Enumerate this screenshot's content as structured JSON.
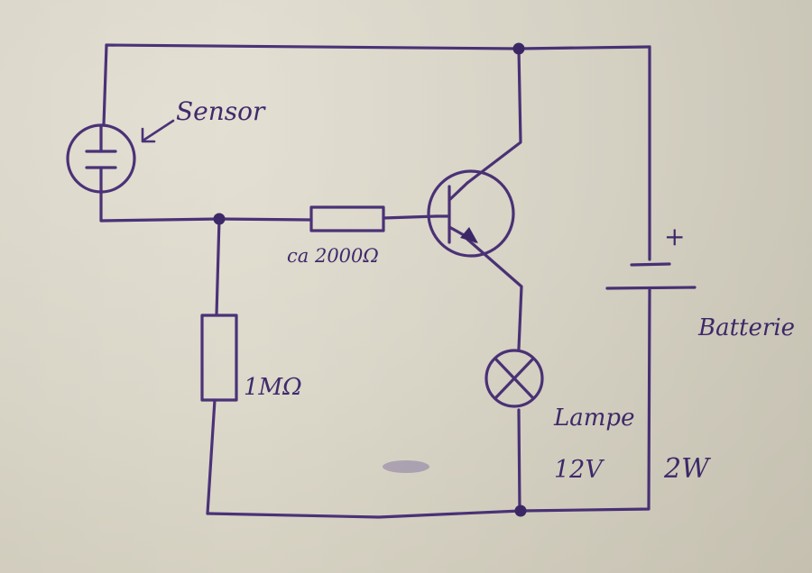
{
  "labels": {
    "sensor": "Sensor",
    "resistor_base": "ca 2000Ω",
    "resistor_bottom": "1MΩ",
    "battery": "Batterie",
    "battery_plus": "+",
    "lamp": "Lampe",
    "lamp_voltage": "12V",
    "lamp_power": "2W"
  },
  "colors": {
    "ink": "#4b3278",
    "paper": "#dcd8ca"
  }
}
